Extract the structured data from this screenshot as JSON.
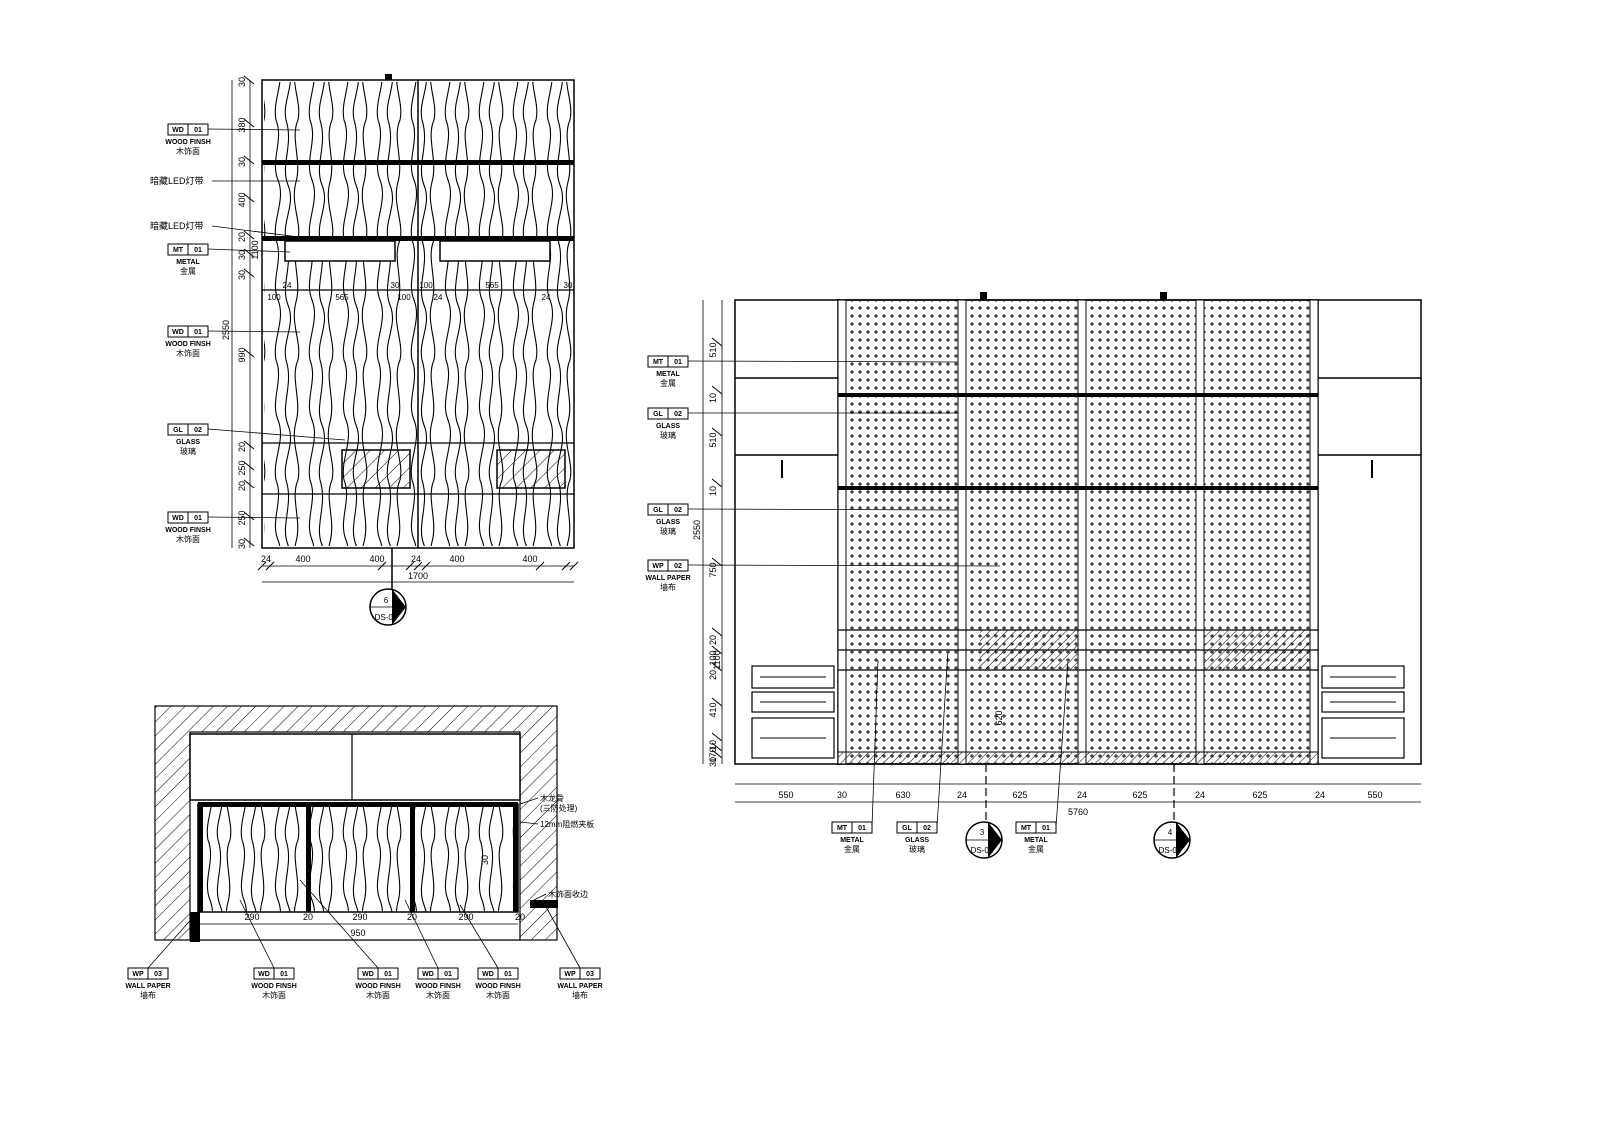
{
  "elevation_left": {
    "height_total": "2550",
    "inner_height": "1100",
    "vertical_dims": [
      "30",
      "380",
      "30",
      "400",
      "20",
      "30",
      "30",
      "990",
      "20",
      "250",
      "20",
      "250",
      "30"
    ],
    "middle_dims": [
      "100",
      "24",
      "565",
      "30",
      "100",
      "100",
      "24",
      "565",
      "24",
      "30"
    ],
    "bottom_dims": [
      "24",
      "400",
      "400",
      "24",
      "400",
      "400"
    ],
    "width_total": "1700",
    "tags": [
      {
        "code": "WD",
        "num": "01",
        "en": "WOOD FINSH",
        "cn": "木饰面"
      },
      {
        "code": "MT",
        "num": "01",
        "en": "METAL",
        "cn": "金属"
      },
      {
        "code": "WD",
        "num": "01",
        "en": "WOOD FINSH",
        "cn": "木饰面"
      },
      {
        "code": "GL",
        "num": "02",
        "en": "GLASS",
        "cn": "玻璃"
      },
      {
        "code": "WD",
        "num": "01",
        "en": "WOOD FINSH",
        "cn": "木饰面"
      }
    ],
    "note_upper": "暗藏LED灯带",
    "note_lower": "暗藏LED灯带",
    "section_mark": {
      "num": "6",
      "ref": "DS-06"
    }
  },
  "plan_bottom": {
    "dims": [
      "290",
      "20",
      "290",
      "20",
      "290",
      "20"
    ],
    "width_total": "950",
    "right_notes": [
      "木龙骨",
      "(三防处理)",
      "12mm阻燃夹板",
      "木饰面收边"
    ],
    "tags": [
      {
        "code": "WP",
        "num": "03",
        "en": "WALL PAPER",
        "cn": "墙布"
      },
      {
        "code": "WD",
        "num": "01",
        "en": "WOOD FINSH",
        "cn": "木饰面"
      },
      {
        "code": "WD",
        "num": "01",
        "en": "WOOD FINSH",
        "cn": "木饰面"
      },
      {
        "code": "WD",
        "num": "01",
        "en": "WOOD FINSH",
        "cn": "木饰面"
      },
      {
        "code": "WD",
        "num": "01",
        "en": "WOOD FINSH",
        "cn": "木饰面"
      },
      {
        "code": "WP",
        "num": "03",
        "en": "WALL PAPER",
        "cn": "墙布"
      }
    ],
    "dim_label_small": "30"
  },
  "elevation_right": {
    "height_total": "2550",
    "inner_height": "1100",
    "vertical_dims": [
      "510",
      "10",
      "510",
      "10",
      "750",
      "20",
      "100",
      "20",
      "410",
      "10",
      "170",
      "30"
    ],
    "inner_dim": "620",
    "bottom_dims": [
      "550",
      "30",
      "630",
      "24",
      "625",
      "24",
      "625",
      "24",
      "625",
      "24",
      "550"
    ],
    "width_total": "5760",
    "tags_left": [
      {
        "code": "MT",
        "num": "01",
        "en": "METAL",
        "cn": "金属"
      },
      {
        "code": "GL",
        "num": "02",
        "en": "GLASS",
        "cn": "玻璃"
      },
      {
        "code": "GL",
        "num": "02",
        "en": "GLASS",
        "cn": "玻璃"
      },
      {
        "code": "WP",
        "num": "02",
        "en": "WALL PAPER",
        "cn": "墙布"
      }
    ],
    "tags_bottom": [
      {
        "code": "MT",
        "num": "01",
        "en": "METAL",
        "cn": "金属"
      },
      {
        "code": "GL",
        "num": "02",
        "en": "GLASS",
        "cn": "玻璃"
      },
      {
        "code": "MT",
        "num": "01",
        "en": "METAL",
        "cn": "金属"
      }
    ],
    "section_marks": [
      {
        "num": "3",
        "ref": "DS-06"
      },
      {
        "num": "4",
        "ref": "DS-06"
      }
    ]
  }
}
